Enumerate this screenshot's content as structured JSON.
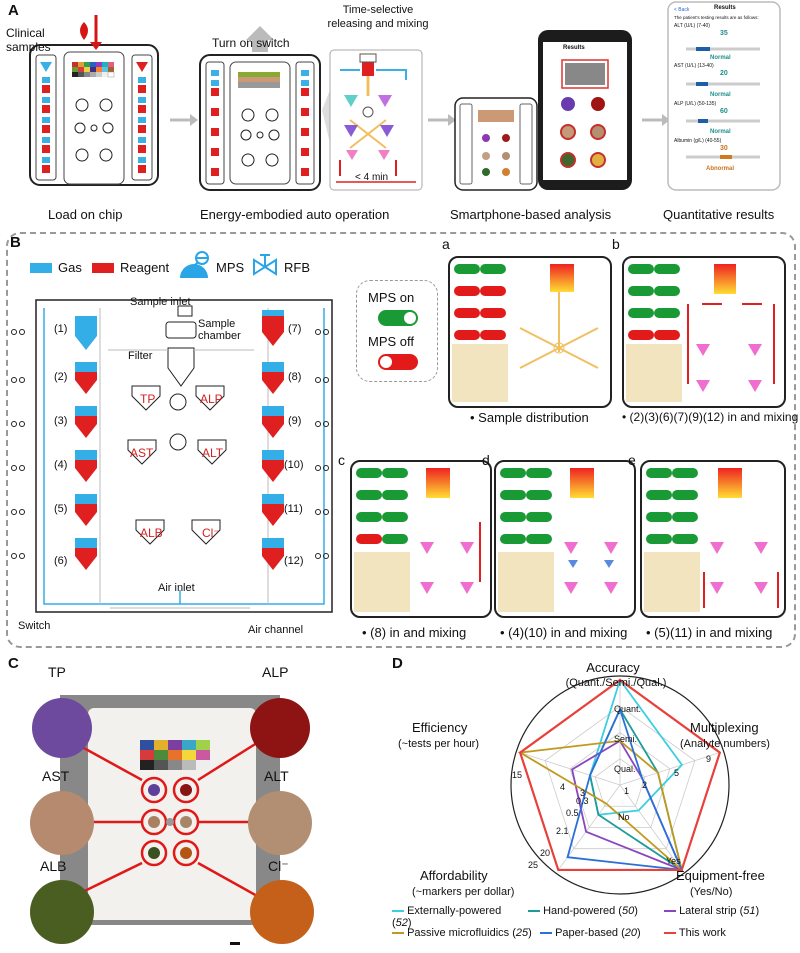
{
  "panelA": {
    "letter": "A",
    "clinical_samples": "Clinical samples",
    "turn_on_switch": "Turn on switch",
    "time_selective": "Time-selective releasing and mixing",
    "duration": "< 4 min",
    "captions": [
      "Load on chip",
      "Energy-embodied auto operation",
      "Smartphone-based analysis",
      "Quantitative results"
    ],
    "phone_title": "Results",
    "results_screen": {
      "back": "< Back",
      "title": "Results",
      "intro": "The patient's testing results are as follows:",
      "items": [
        {
          "label": "ALT (U/L) (7-40)",
          "value": "35",
          "status": "Normal"
        },
        {
          "label": "AST (U/L) (13-40)",
          "value": "20",
          "status": "Normal"
        },
        {
          "label": "ALP (U/L) (50-135)",
          "value": "60",
          "status": "Normal"
        },
        {
          "label": "Albumin (g/L) (40-55)",
          "value": "30",
          "status": "Abnormal"
        }
      ]
    }
  },
  "panelB": {
    "letter": "B",
    "legend": {
      "gas": "Gas",
      "reagent": "Reagent",
      "mps": "MPS",
      "rfb": "RFB"
    },
    "labels": {
      "sample_inlet": "Sample inlet",
      "sample_chamber": "Sample chamber",
      "filter": "Filter",
      "air_inlet": "Air inlet",
      "switch": "Switch",
      "air_channel": "Air channel"
    },
    "chambers": [
      "TP",
      "ALP",
      "AST",
      "ALT",
      "ALB",
      "Cl⁻"
    ],
    "left_numbers": [
      "(1)",
      "(2)",
      "(3)",
      "(4)",
      "(5)",
      "(6)"
    ],
    "right_numbers": [
      "(7)",
      "(8)",
      "(9)",
      "(10)",
      "(11)",
      "(12)"
    ],
    "mps_on": "MPS on",
    "mps_off": "MPS off",
    "sub": [
      {
        "letter": "a",
        "caption": "• Sample distribution"
      },
      {
        "letter": "b",
        "caption": "• (2)(3)(6)(7)(9)(12) in and mixing"
      },
      {
        "letter": "c",
        "caption": "• (8) in and mixing"
      },
      {
        "letter": "d",
        "caption": "• (4)(10) in and mixing"
      },
      {
        "letter": "e",
        "caption": "• (5)(11) in and mixing"
      }
    ]
  },
  "panelC": {
    "letter": "C",
    "labels": [
      "TP",
      "ALP",
      "AST",
      "ALT",
      "ALB",
      "Cl⁻"
    ],
    "colors": [
      "#6d4a9e",
      "#8e1414",
      "#b58a6e",
      "#b28f72",
      "#4b5e22",
      "#c5601a"
    ]
  },
  "panelD": {
    "letter": "D",
    "axes": [
      {
        "name": "Accuracy",
        "sub": "(Quant./Semi./Qual.)"
      },
      {
        "name": "Multiplexing",
        "sub": "(Analyte numbers)"
      },
      {
        "name": "Equipment-free",
        "sub": "(Yes/No)"
      },
      {
        "name": "Affordability",
        "sub": "(~markers per dollar)"
      },
      {
        "name": "Efficiency",
        "sub": "(~tests per hour)"
      }
    ],
    "ticks": {
      "accuracy": [
        "Quant.",
        "Semi.",
        "Qual."
      ],
      "multiplexing": [
        "9",
        "5",
        "2",
        "1"
      ],
      "equipment": [
        "Yes",
        "No"
      ],
      "affordability": [
        "25",
        "20",
        "2.1",
        "0.5",
        "0.3"
      ],
      "efficiency": [
        "15",
        "4",
        "3"
      ]
    },
    "legend": [
      {
        "name": "Externally-powered",
        "ref": "52",
        "color": "#3ccfe0"
      },
      {
        "name": "Hand-powered",
        "ref": "50",
        "color": "#1f9b9b"
      },
      {
        "name": "Lateral strip",
        "ref": "51",
        "color": "#8a45c0"
      },
      {
        "name": "Passive microfluidics",
        "ref": "25",
        "color": "#c09a1e"
      },
      {
        "name": "Paper-based",
        "ref": "20",
        "color": "#2a70d8"
      },
      {
        "name": "This work",
        "ref": "",
        "color": "#e8403a"
      }
    ]
  },
  "chart_data": {
    "type": "radar",
    "axes": [
      "Accuracy",
      "Multiplexing",
      "Equipment-free",
      "Affordability",
      "Efficiency"
    ],
    "series": [
      {
        "name": "Externally-powered (52)",
        "values": [
          "Quant.",
          "5",
          "No",
          "0.5",
          "3"
        ]
      },
      {
        "name": "Hand-powered (50)",
        "values": [
          "Semi.",
          "2",
          "Yes",
          "0.5",
          "3"
        ]
      },
      {
        "name": "Lateral strip (51)",
        "values": [
          "Qual.",
          "1",
          "Yes",
          "2.1",
          "4"
        ]
      },
      {
        "name": "Passive microfluidics (25)",
        "values": [
          "Qual.",
          "2",
          "Yes",
          "0.3",
          "15"
        ]
      },
      {
        "name": "Paper-based (20)",
        "values": [
          "Semi.",
          "1",
          "Yes",
          "20",
          "3"
        ]
      },
      {
        "name": "This work",
        "values": [
          "Quant.",
          "9",
          "Yes",
          "25",
          "15"
        ]
      }
    ]
  }
}
